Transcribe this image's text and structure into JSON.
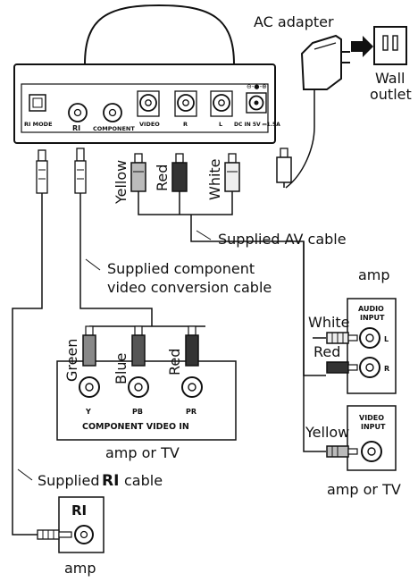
{
  "device": {
    "port_rimode": "RI MODE",
    "port_ri": "RI",
    "port_component": "COMPONENT",
    "port_video": "VIDEO",
    "port_r": "R",
    "port_l": "L",
    "port_dcin": "DC IN 5V ⎓1.5A",
    "polarity": "⊖-●-⊕"
  },
  "labels": {
    "ac_adapter": "AC adapter",
    "wall_outlet_1": "Wall",
    "wall_outlet_2": "outlet",
    "yellow": "Yellow",
    "red": "Red",
    "white": "White",
    "supplied_av_cable": "Supplied AV cable",
    "component_cable_1": "Supplied component",
    "component_cable_2": "video conversion cable",
    "ri_cable_prefix": "Supplied",
    "ri_cable_logo": "RI",
    "ri_cable_suffix": "cable",
    "amp_ri": "amp",
    "amp_audio": "amp",
    "amp_or_tv_video": "amp or TV",
    "amp_or_tv_component": "amp or TV"
  },
  "component_panel": {
    "green": "Green",
    "blue": "Blue",
    "red": "Red",
    "y": "Y",
    "pb": "PB",
    "pr": "PR",
    "title": "COMPONENT VIDEO IN"
  },
  "audio_panel": {
    "title_1": "AUDIO",
    "title_2": "INPUT",
    "white": "White",
    "red": "Red",
    "l": "L",
    "r": "R"
  },
  "video_panel": {
    "title_1": "VIDEO",
    "title_2": "INPUT",
    "yellow": "Yellow"
  },
  "ri_panel": {
    "logo": "RI"
  }
}
